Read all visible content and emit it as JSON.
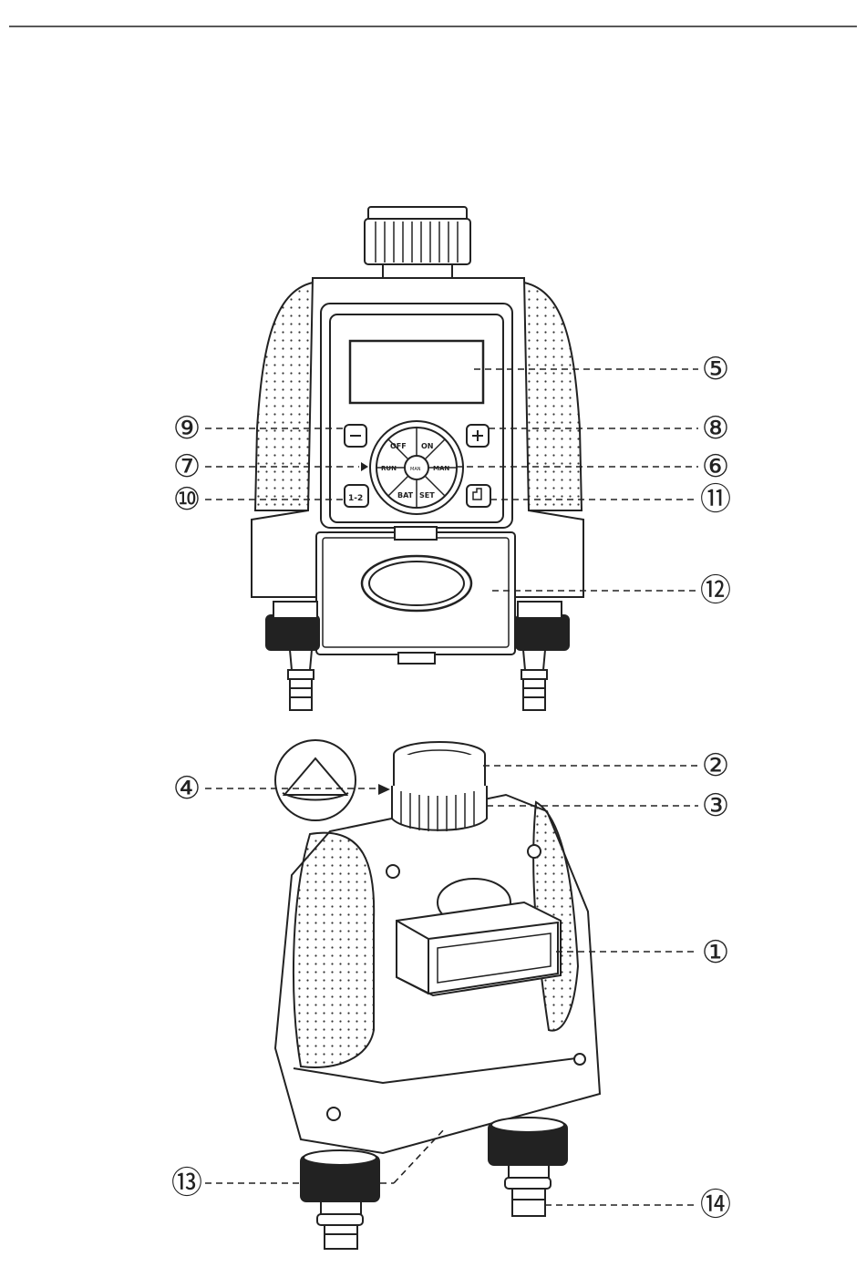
{
  "device": {
    "front_buttons": {
      "run": "RUN",
      "dial_left": "RUN",
      "dial_center": "MAN",
      "dial_right": "MAN"
    }
  },
  "callouts": [
    {
      "id": "c1",
      "label": "①"
    },
    {
      "id": "c2",
      "label": "②"
    },
    {
      "id": "c3",
      "label": "③"
    },
    {
      "id": "c4",
      "label": "④"
    },
    {
      "id": "c5",
      "label": "⑤"
    },
    {
      "id": "c6",
      "label": "⑥"
    },
    {
      "id": "c7",
      "label": "⑦"
    },
    {
      "id": "c8",
      "label": "⑧"
    },
    {
      "id": "c9",
      "label": "⑨"
    },
    {
      "id": "c10",
      "label": "⑩"
    },
    {
      "id": "c11",
      "label": "⑪"
    },
    {
      "id": "c12",
      "label": "⑫"
    },
    {
      "id": "c13",
      "label": "⑬"
    },
    {
      "id": "c14",
      "label": "⑭"
    }
  ]
}
